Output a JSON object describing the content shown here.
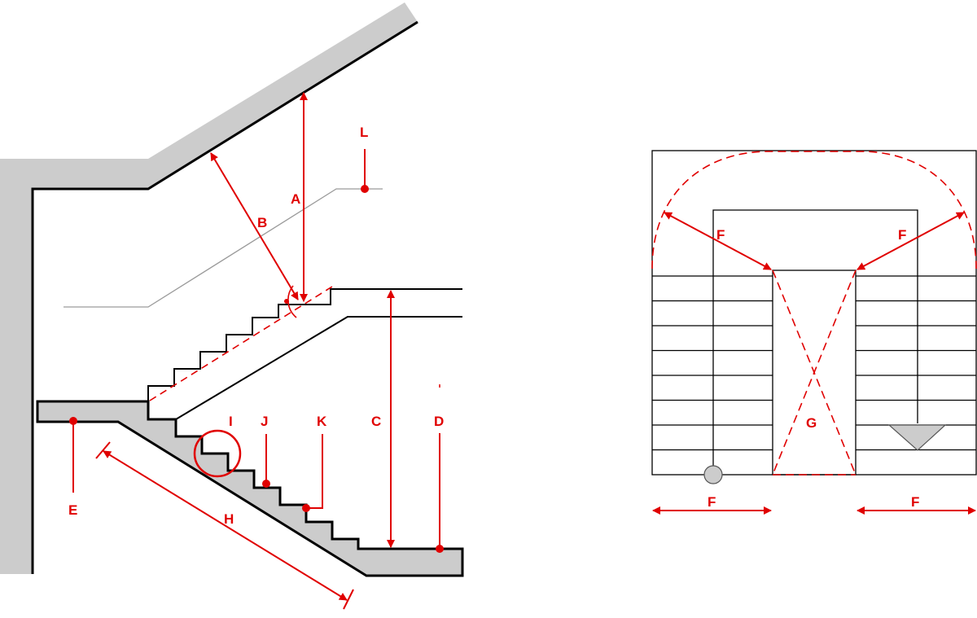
{
  "colors": {
    "dimension": "#e00000",
    "concrete": "#cccccc",
    "outline": "#000000",
    "guide": "#9a9a9a",
    "background": "#ffffff"
  },
  "section": {
    "labels": {
      "A": "A",
      "B": "B",
      "C": "C",
      "D": "D",
      "E": "E",
      "H": "H",
      "I": "I",
      "J": "J",
      "K": "K",
      "L": "L"
    }
  },
  "plan": {
    "labels": {
      "F_upper_left": "F",
      "F_upper_right": "F",
      "F_lower_left": "F",
      "F_lower_right": "F",
      "G": "G"
    },
    "tread_count_per_flight": 8
  }
}
